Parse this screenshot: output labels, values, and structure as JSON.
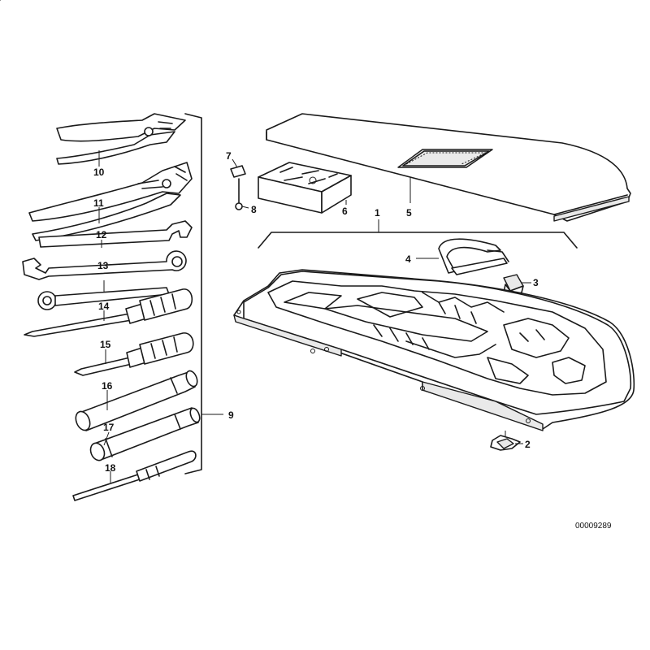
{
  "callouts": {
    "c1": "1",
    "c2": "2",
    "c3": "3",
    "c4": "4",
    "c5": "5",
    "c6": "6",
    "c7": "7",
    "c8": "8",
    "c9": "9",
    "c10": "10",
    "c11": "11",
    "c12": "12",
    "c13": "13",
    "c14": "14",
    "c15": "15",
    "c16": "16",
    "c17": "17",
    "c18": "18"
  },
  "drawing_number": "00009289",
  "colors": {
    "ink": "#1a1a1a",
    "paper": "#ffffff",
    "shade": "#3a3a3a"
  }
}
